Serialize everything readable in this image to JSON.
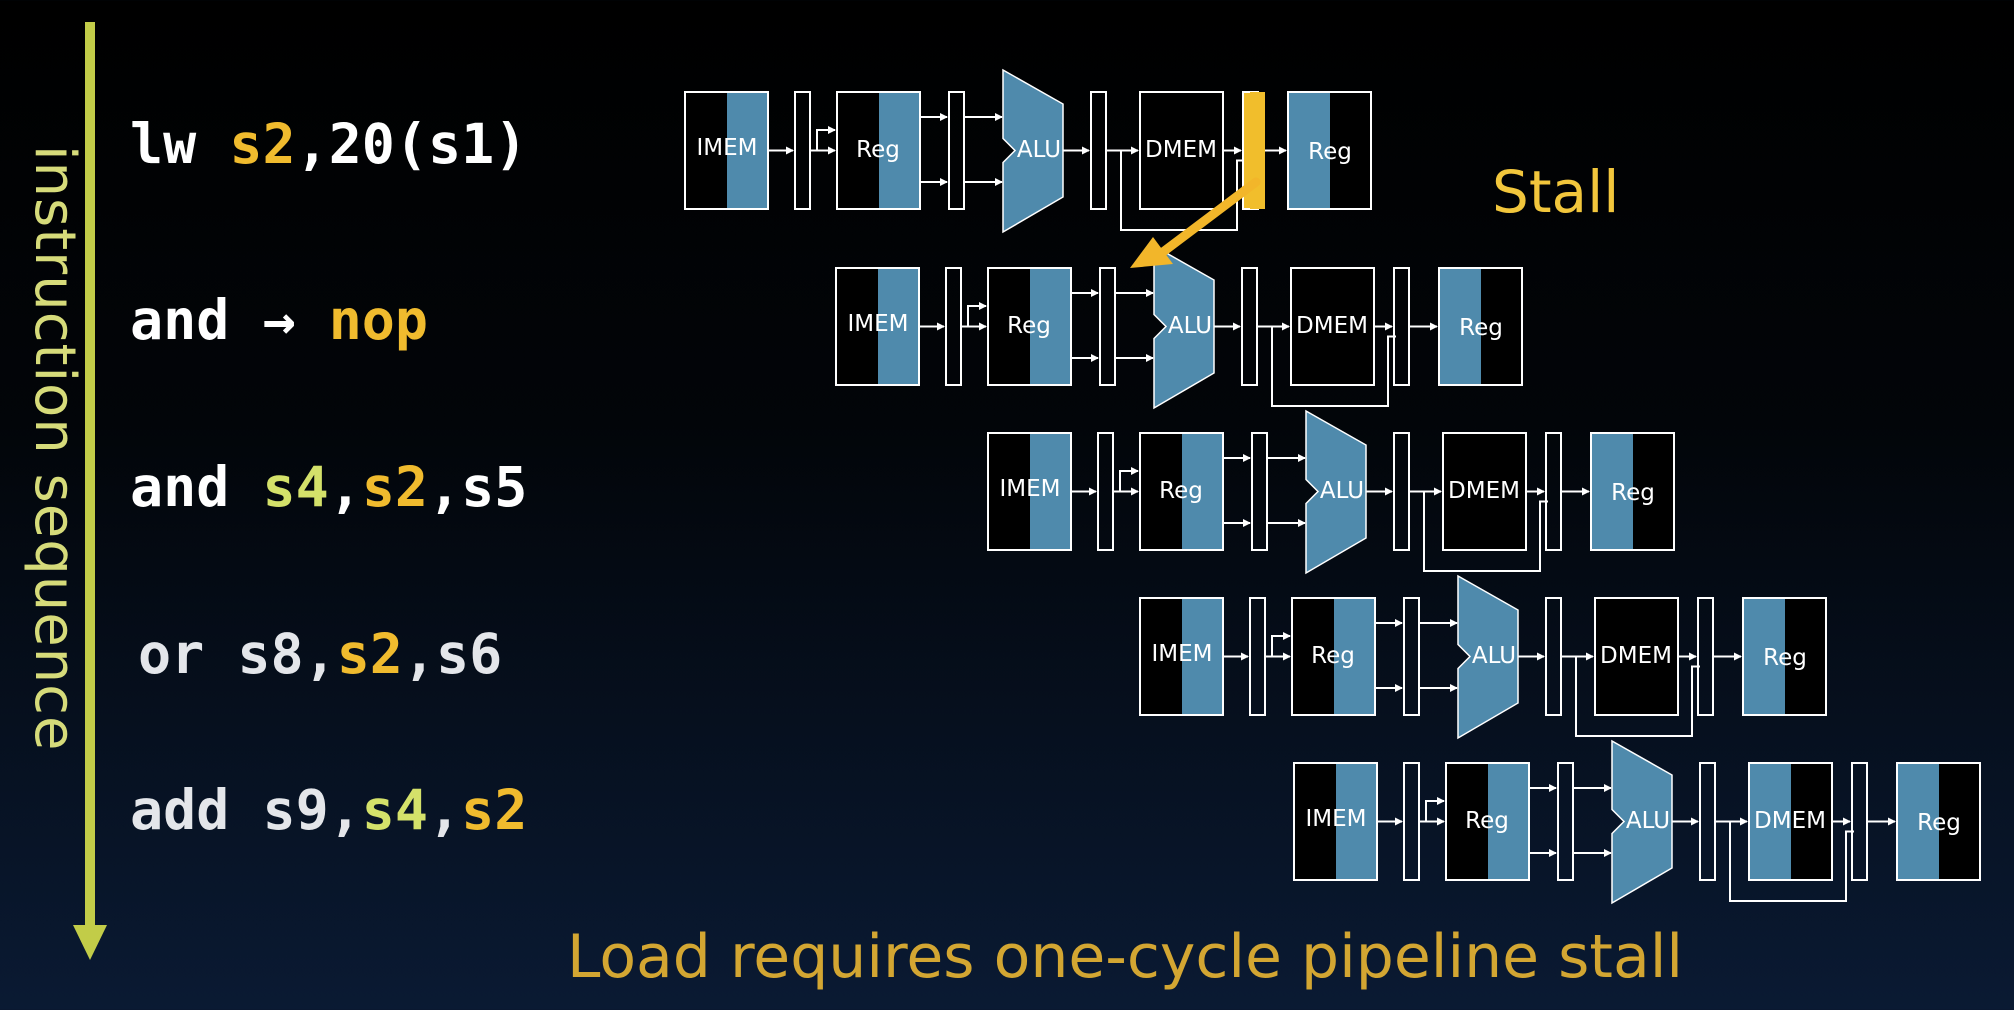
{
  "axis_label": "instruction sequence",
  "stall_label": "Stall",
  "caption": "Load requires one-cycle pipeline stall",
  "colors": {
    "register_yellow": "#f0bb2e",
    "register_green": "#d4e16a",
    "text_white": "#ffffff",
    "text_light": "#e4e6ea",
    "stage_fill": "#4f8aac",
    "arrow": "#f2b62a"
  },
  "instructions": [
    {
      "tokens": [
        {
          "text": "lw ",
          "color": "#ffffff"
        },
        {
          "text": "s2",
          "color": "#f0bb2e"
        },
        {
          "text": ",20(s1)",
          "color": "#ffffff"
        }
      ]
    },
    {
      "tokens": [
        {
          "text": "and → ",
          "color": "#ffffff"
        },
        {
          "text": "nop",
          "color": "#f0bb2e"
        }
      ]
    },
    {
      "tokens": [
        {
          "text": "and ",
          "color": "#ffffff"
        },
        {
          "text": "s4",
          "color": "#d4e16a"
        },
        {
          "text": ",",
          "color": "#ffffff"
        },
        {
          "text": "s2",
          "color": "#f0bb2e"
        },
        {
          "text": ",s5",
          "color": "#ffffff"
        }
      ]
    },
    {
      "tokens": [
        {
          "text": "or s8,",
          "color": "#e4e6ea"
        },
        {
          "text": "s2",
          "color": "#f0bb2e"
        },
        {
          "text": ",s6",
          "color": "#e4e6ea"
        }
      ]
    },
    {
      "tokens": [
        {
          "text": "add s9,",
          "color": "#e4e6ea"
        },
        {
          "text": "s4",
          "color": "#d4e16a"
        },
        {
          "text": ",",
          "color": "#e4e6ea"
        },
        {
          "text": "s2",
          "color": "#f0bb2e"
        }
      ]
    }
  ],
  "stages": {
    "imem": "IMEM",
    "reg": "Reg",
    "alu": "ALU",
    "dmem": "DMEM"
  }
}
